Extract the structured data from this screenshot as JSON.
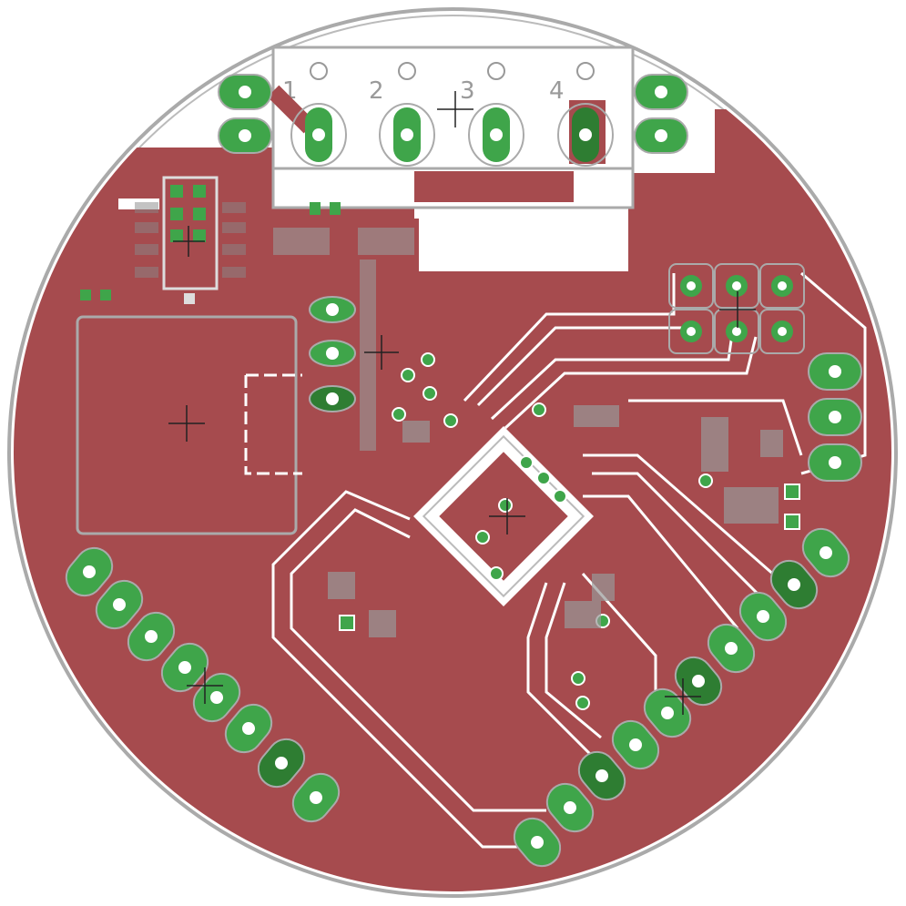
{
  "colors": {
    "background": "#ffffff",
    "copper": "#a64b4e",
    "pad_green": "#3fa54a",
    "pad_dark_green": "#2e7d32",
    "silkscreen_gray": "#9a9a9a",
    "clearance_white": "#ffffff",
    "outline_gray": "#aaaaaa"
  },
  "connector": {
    "pin_labels": [
      "1",
      "2",
      "3",
      "4"
    ]
  },
  "icons": {
    "origin_marker": "crosshair-icon",
    "pad": "pad-icon",
    "via": "via-icon"
  }
}
